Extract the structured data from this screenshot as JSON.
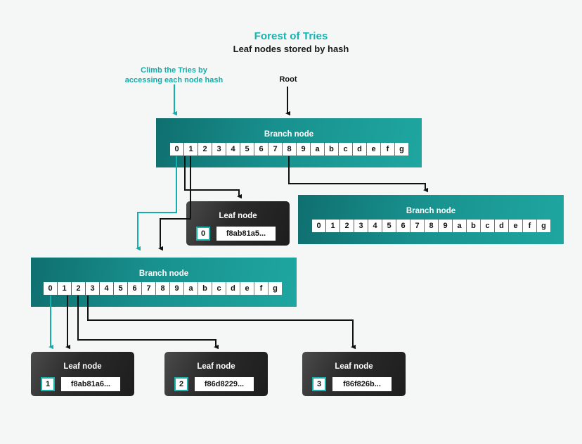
{
  "header": {
    "title": "Forest of Tries",
    "subtitle": "Leaf nodes stored by hash",
    "title_color": "#12b5b0",
    "subtitle_color": "#1a1a1a"
  },
  "annotations": {
    "climb": "Climb the Tries by\naccessing each node hash",
    "climb_line1": "Climb the Tries by",
    "climb_line2": "accessing each node hash",
    "climb_color": "#11b0ac",
    "root": "Root",
    "root_color": "#111111"
  },
  "palette": {
    "background": "#f5f6f6",
    "branch_teal_dark": "#0f6f6f",
    "branch_teal_light": "#1fa6a0",
    "leaf_dark": "#1d1d1d",
    "accent_teal": "#14b3ae",
    "wire_black": "#111111"
  },
  "branch_nodes": [
    {
      "id": "root-branch",
      "label": "Branch node",
      "cells": [
        "0",
        "1",
        "2",
        "3",
        "4",
        "5",
        "6",
        "7",
        "8",
        "9",
        "a",
        "b",
        "c",
        "d",
        "e",
        "f",
        "g"
      ],
      "outgoing_cells": [
        "0",
        "1",
        "8"
      ]
    },
    {
      "id": "right-branch",
      "label": "Branch node",
      "cells": [
        "0",
        "1",
        "2",
        "3",
        "4",
        "5",
        "6",
        "7",
        "8",
        "9",
        "a",
        "b",
        "c",
        "d",
        "e",
        "f",
        "g"
      ],
      "outgoing_cells": []
    },
    {
      "id": "left-branch",
      "label": "Branch node",
      "cells": [
        "0",
        "1",
        "2",
        "3",
        "4",
        "5",
        "6",
        "7",
        "8",
        "9",
        "a",
        "b",
        "c",
        "d",
        "e",
        "f",
        "g"
      ],
      "outgoing_cells": [
        "0",
        "1",
        "2",
        "3"
      ]
    }
  ],
  "leaf_nodes": [
    {
      "id": "leaf-0",
      "label": "Leaf node",
      "index": "0",
      "hash": "f8ab81a5..."
    },
    {
      "id": "leaf-1",
      "label": "Leaf node",
      "index": "1",
      "hash": "f8ab81a6..."
    },
    {
      "id": "leaf-2",
      "label": "Leaf node",
      "index": "2",
      "hash": "f86d8229..."
    },
    {
      "id": "leaf-3",
      "label": "Leaf node",
      "index": "3",
      "hash": "f86f826b..."
    }
  ]
}
